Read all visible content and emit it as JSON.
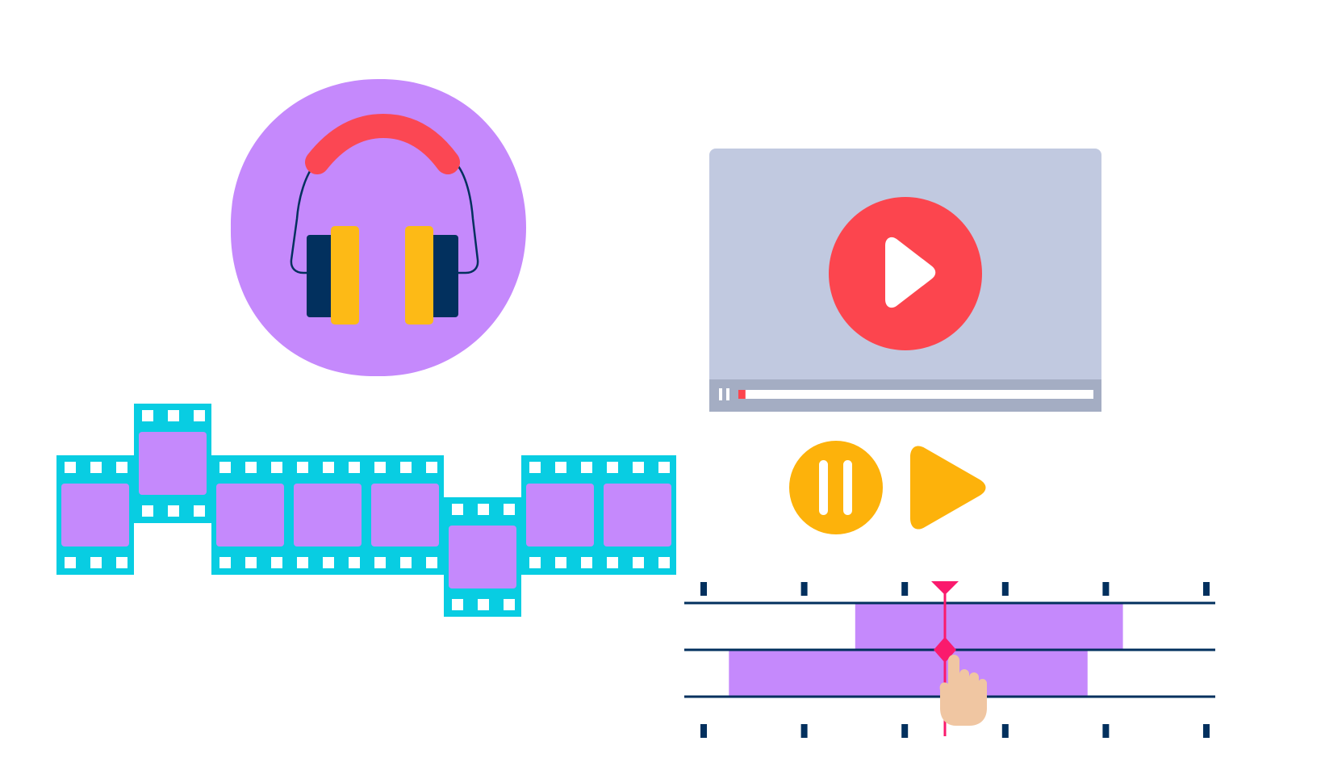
{
  "scene": {
    "background": "#ffffff",
    "illustrations": [
      "headphones-badge",
      "video-player",
      "film-strip",
      "pause-button",
      "play-button",
      "editing-timeline"
    ]
  },
  "headphones": {
    "icon": "headphones-icon",
    "colors": {
      "badge": "#c589fc",
      "band": "#fb4753",
      "cup_outer": "#02305e",
      "cup_inner": "#fdba16",
      "wire": "#02305e"
    }
  },
  "video_player": {
    "icon": "play-icon",
    "progress": 0.02,
    "colors": {
      "screen": "#c1c9e0",
      "bar": "#a4adc3",
      "play_circle": "#fc454e",
      "play_triangle": "#ffffff",
      "progress_track": "#ffffff",
      "progress_fill": "#fc454e"
    }
  },
  "film_strip": {
    "colors": {
      "film": "#08cde2",
      "frame": "#c589fc",
      "perforation": "#ffffff"
    }
  },
  "controls": {
    "pause": {
      "icon": "pause-icon",
      "color": "#fdb20b"
    },
    "play": {
      "icon": "play-icon",
      "color": "#fdb20b"
    }
  },
  "timeline": {
    "playhead_position": 0.5,
    "colors": {
      "track_line": "#02305e",
      "tick": "#02305e",
      "clip": "#c589fc",
      "playhead": "#fa1a6d",
      "keyframe": "#fa1a6d",
      "hand": "#f0c6a2"
    },
    "tracks": [
      {
        "clip_start": 0.3,
        "clip_end": 0.83
      },
      {
        "clip_start": 0.05,
        "clip_end": 0.76
      }
    ]
  }
}
